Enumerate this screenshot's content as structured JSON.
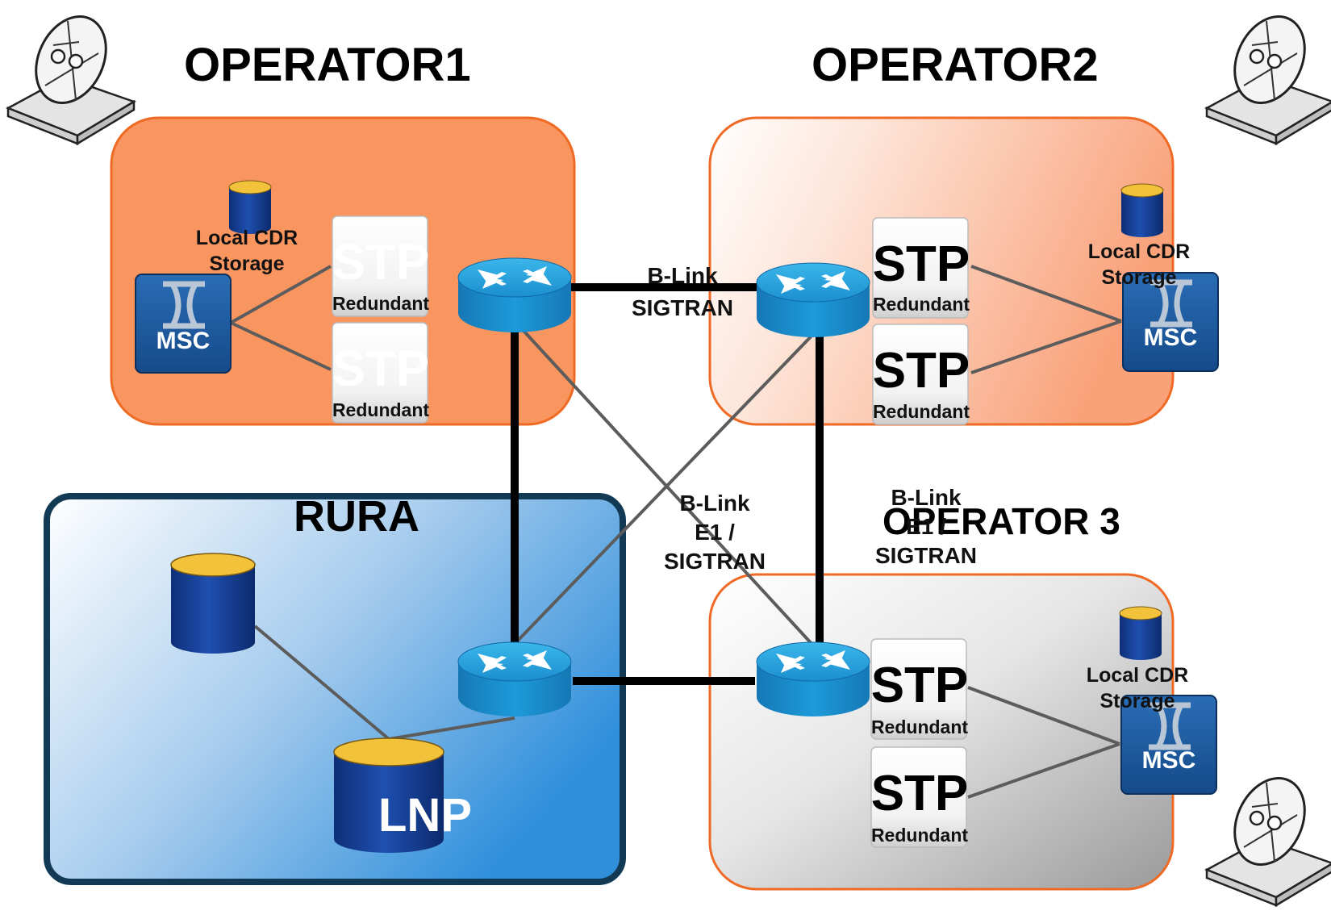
{
  "titles": {
    "operator1": "OPERATOR1",
    "operator2": "OPERATOR2",
    "operator3": "OPERATOR 3",
    "rura": "RURA"
  },
  "operator1": {
    "cdr_line1": "Local CDR",
    "cdr_line2": "Storage",
    "msc": "MSC",
    "stp_top": {
      "label": "STP",
      "sub": "Redundant"
    },
    "stp_bottom": {
      "label": "STP",
      "sub": "Redundant"
    }
  },
  "operator2": {
    "cdr_line1": "Local CDR",
    "cdr_line2": "Storage",
    "msc": "MSC",
    "stp_top": {
      "label": "STP",
      "sub": "Redundant"
    },
    "stp_bottom": {
      "label": "STP",
      "sub": "Redundant"
    }
  },
  "operator3": {
    "cdr_line1": "Local CDR",
    "cdr_line2": "Storage",
    "msc": "MSC",
    "stp_top": {
      "label": "STP",
      "sub": "Redundant"
    },
    "stp_bottom": {
      "label": "STP",
      "sub": "Redundant"
    }
  },
  "rura": {
    "lnp": "LNP"
  },
  "links": {
    "op1_op2_line1": "B-Link",
    "op1_op2_line2": "SIGTRAN",
    "center_line1": "B-Link",
    "center_line2": "E1 /",
    "center_line3": "SIGTRAN",
    "right_line1": "B-Link",
    "right_line2": "E1 /",
    "right_line3": "SIGTRAN"
  },
  "icons": [
    "satellite-dish-icon",
    "router-icon",
    "database-icon",
    "msc-switch-icon",
    "stp-server-icon"
  ],
  "colors": {
    "operator1_fill": "#f9955e",
    "box_border": "#ef6a24",
    "rura_fill": "#4a9ee0",
    "router": "#1b9bd8",
    "msc": "#1c5aa0",
    "database": "#173f96",
    "database_top": "#f2c23a"
  }
}
